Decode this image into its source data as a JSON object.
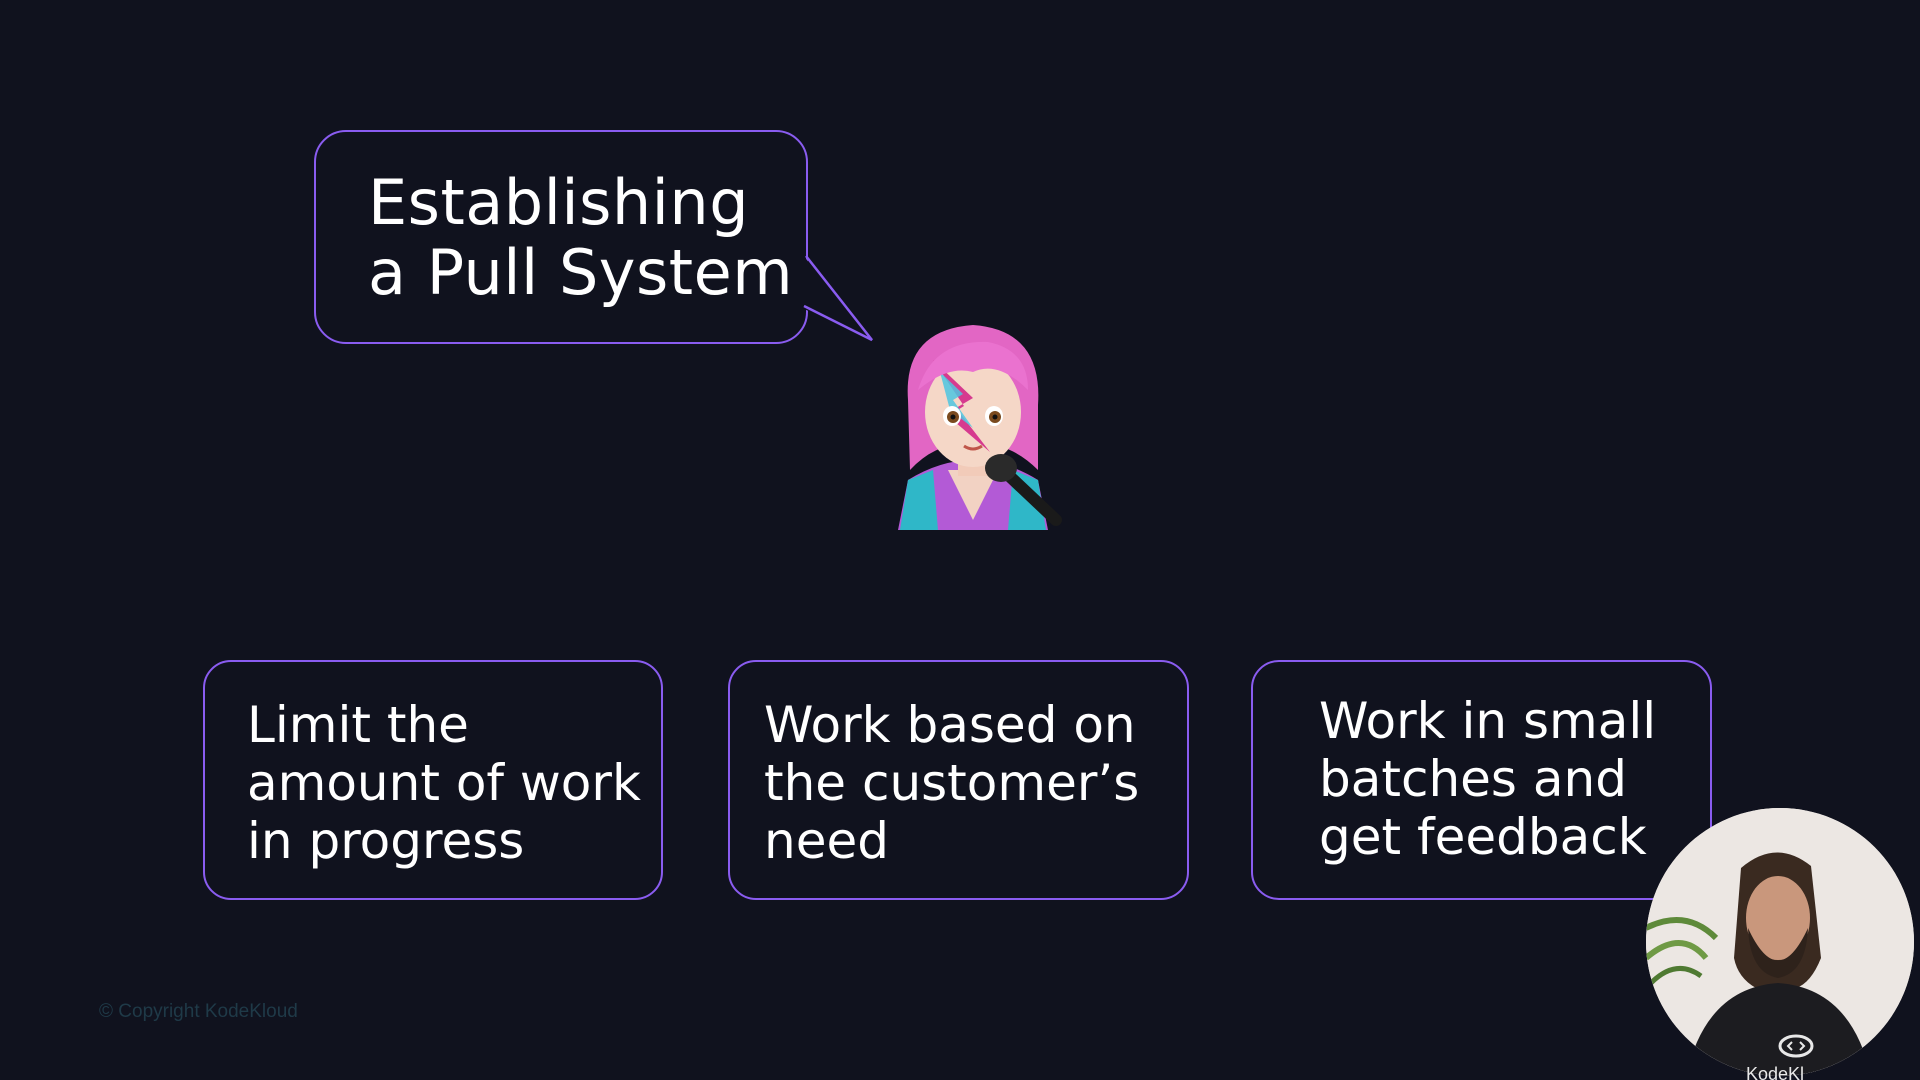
{
  "slide": {
    "title": "Establishing\na Pull System",
    "cards": [
      {
        "text": "Limit the\namount of work\nin progress"
      },
      {
        "text": "Work based on\nthe customer’s\nneed"
      },
      {
        "text": "Work in small\nbatches and\nget feedback"
      }
    ],
    "copyright": "© Copyright KodeKloud"
  },
  "presenter": {
    "label": "KodeKl"
  },
  "colors": {
    "background": "#10121e",
    "accent": "#8a5cf0",
    "text": "#ffffff"
  },
  "icons": {
    "avatar": "singer-woman-emoji"
  }
}
